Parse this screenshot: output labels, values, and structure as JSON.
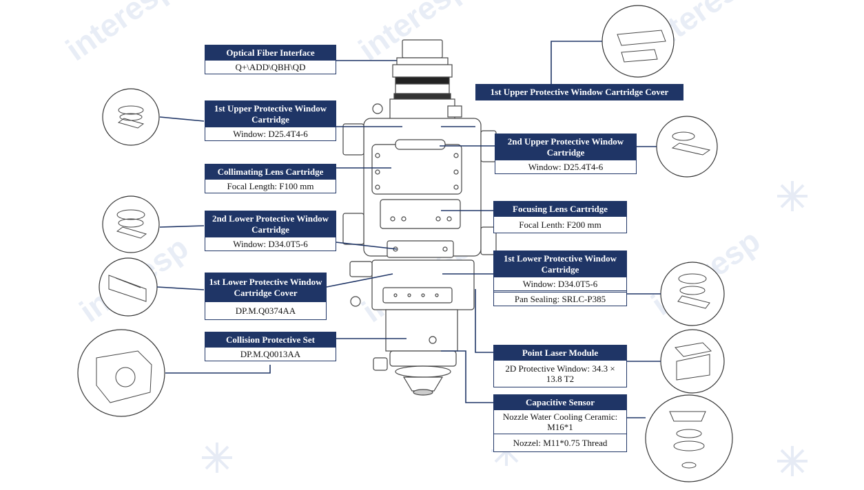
{
  "colors": {
    "accent": "#1f3566",
    "line": "#333333",
    "watermark": "#e6ebf5"
  },
  "watermark": {
    "text": "interesp"
  },
  "callouts": [
    {
      "id": "optical-fiber-interface",
      "title": "Optical Fiber Interface",
      "rows": [
        "Q+\\ADD\\QBH\\QD"
      ]
    },
    {
      "id": "1st-upper-protective-window-cartridge",
      "title": "1st Upper Protective Window Cartridge",
      "rows": [
        "Window: D25.4T4-6"
      ]
    },
    {
      "id": "collimating-lens-cartridge",
      "title": "Collimating Lens Cartridge",
      "rows": [
        "Focal Length: F100 mm"
      ]
    },
    {
      "id": "2nd-lower-protective-window-cartridge",
      "title": "2nd Lower Protective Window Cartridge",
      "rows": [
        "Window: D34.0T5-6"
      ]
    },
    {
      "id": "1st-lower-protective-window-cartridge-cover",
      "title": "1st Lower Protective Window Cartridge Cover",
      "rows": [
        "DP.M.Q0374AA"
      ]
    },
    {
      "id": "collision-protective-set",
      "title": "Collision Protective Set",
      "rows": [
        "DP.M.Q0013AA"
      ]
    },
    {
      "id": "1st-upper-protective-window-cartridge-cover",
      "title": "1st Upper Protective Window Cartridge Cover",
      "rows": []
    },
    {
      "id": "2nd-upper-protective-window-cartridge",
      "title": "2nd Upper Protective Window Cartridge",
      "rows": [
        "Window: D25.4T4-6"
      ]
    },
    {
      "id": "focusing-lens-cartridge",
      "title": "Focusing Lens Cartridge",
      "rows": [
        "Focal Lenth: F200 mm"
      ]
    },
    {
      "id": "1st-lower-protective-window-cartridge",
      "title": "1st Lower Protective Window Cartridge",
      "rows": [
        "Window: D34.0T5-6",
        "Pan Sealing: SRLC-P385"
      ]
    },
    {
      "id": "point-laser-module",
      "title": "Point Laser Module",
      "rows": [
        "2D Protective Window: 34.3 × 13.8 T2"
      ]
    },
    {
      "id": "capacitive-sensor",
      "title": "Capacitive Sensor",
      "rows": [
        "Nozzle Water Cooling Ceramic: M16*1",
        "Nozzel: M11*0.75 Thread"
      ]
    }
  ]
}
